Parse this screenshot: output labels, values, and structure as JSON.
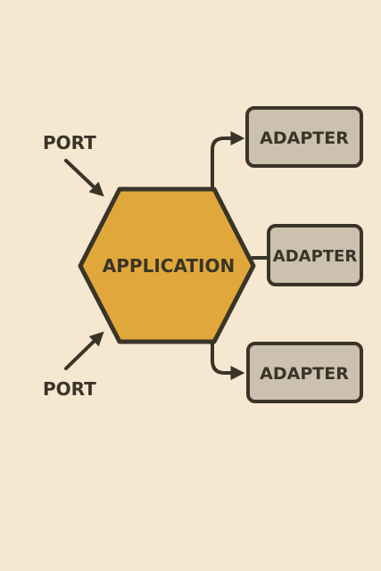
{
  "colors": {
    "background": "#f6e7d0",
    "hexagon_fill": "#e0a83a",
    "adapter_fill": "#ccc0ae",
    "stroke": "#3a3428",
    "text": "#3a3428"
  },
  "application": {
    "label": "APPLICATION"
  },
  "ports": [
    {
      "label": "PORT"
    },
    {
      "label": "PORT"
    }
  ],
  "adapters": [
    {
      "label": "ADAPTER"
    },
    {
      "label": "ADAPTER"
    },
    {
      "label": "ADAPTER"
    }
  ]
}
